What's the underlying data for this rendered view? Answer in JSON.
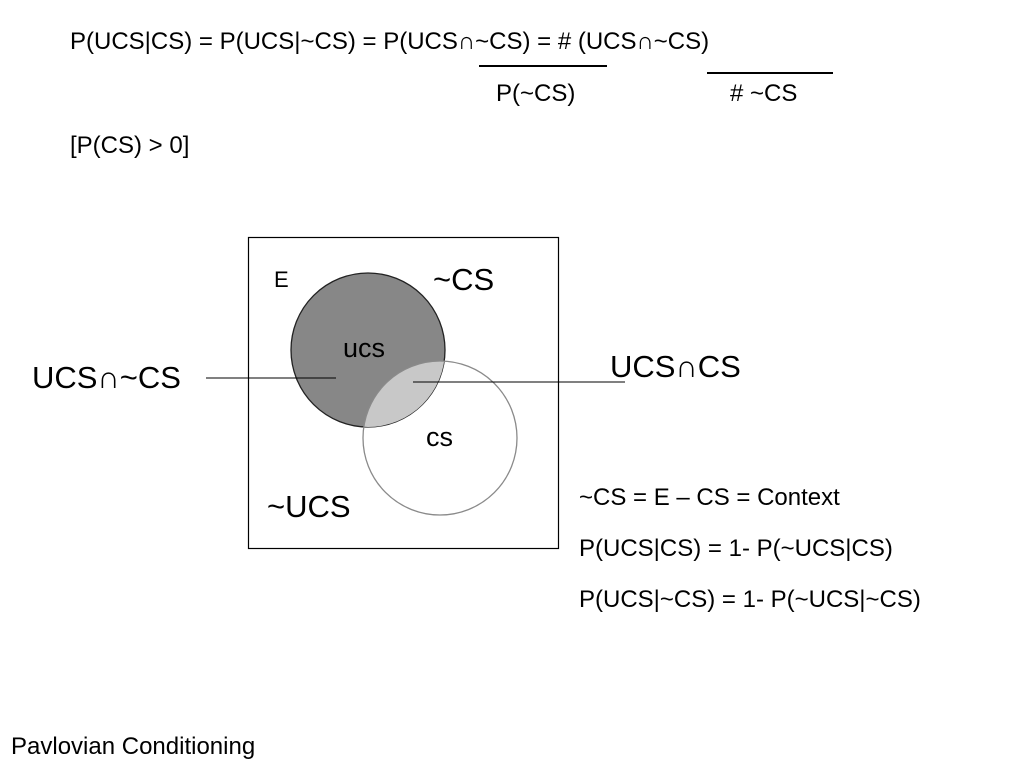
{
  "formula": {
    "part1": "P(UCS|CS) = P(UCS|~CS) = P(UCS∩~CS) = # (UCS∩~CS)",
    "denominator1": "P(~CS)",
    "denominator2": "# ~CS",
    "condition": "[P(CS) > 0]"
  },
  "venn": {
    "universe_label": "E",
    "not_cs_label": "~CS",
    "ucs_label": "ucs",
    "cs_label": "cs",
    "not_ucs_label": "~UCS",
    "callout_left": "UCS∩~CS",
    "callout_right": "UCS∩CS",
    "colors": {
      "ucs_fill": "#878787",
      "overlap_fill": "#c8c8c8",
      "cs_stroke": "#8a8a8a"
    }
  },
  "equations": [
    "~CS = E – CS = Context",
    "P(UCS|CS) = 1- P(~UCS|CS)",
    "P(UCS|~CS) = 1- P(~UCS|~CS)"
  ],
  "footer_title": "Pavlovian Conditioning"
}
